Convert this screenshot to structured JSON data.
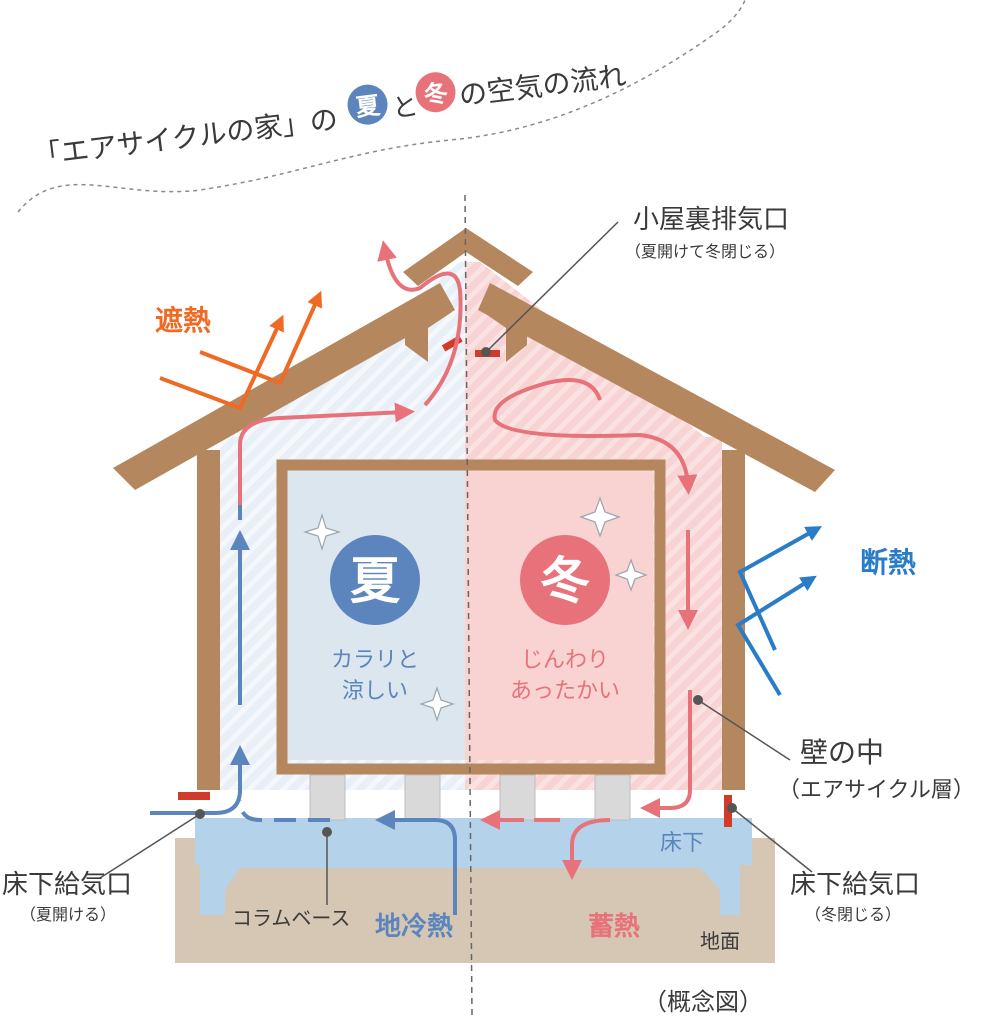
{
  "title": {
    "prefix": "「エアサイクルの家」の",
    "summer": "夏",
    "mid": "と",
    "winter": "冬",
    "suffix": "の空気の流れ"
  },
  "labels": {
    "heat_shield": "遮熱",
    "insulation": "断熱",
    "attic_vent": "小屋裏排気口",
    "attic_vent_note": "（夏開けて冬閉じる）",
    "summer_badge": "夏",
    "winter_badge": "冬",
    "summer_desc_1": "カラリと",
    "summer_desc_2": "涼しい",
    "winter_desc_1": "じんわり",
    "winter_desc_2": "あったかい",
    "wall_inside": "壁の中",
    "air_cycle_layer": "（エアサイクル層）",
    "underfloor": "床下",
    "inlet_left": "床下給気口",
    "inlet_left_note": "（夏開ける）",
    "inlet_right": "床下給気口",
    "inlet_right_note": "（冬閉じる）",
    "column_base": "コラムベース",
    "ground_cool": "地冷熱",
    "heat_storage": "蓄熱",
    "ground": "地面",
    "concept": "（概念図）"
  },
  "colors": {
    "wood": "#b5875e",
    "summer_blue": "#5c85bd",
    "winter_red": "#e8727a",
    "orange": "#ef6a24",
    "insulation_blue": "#2a7cc7",
    "ground": "#d6c6b4",
    "slab": "#b4d2ea",
    "vent_red": "#d13b29",
    "text": "#3a3a3a"
  }
}
